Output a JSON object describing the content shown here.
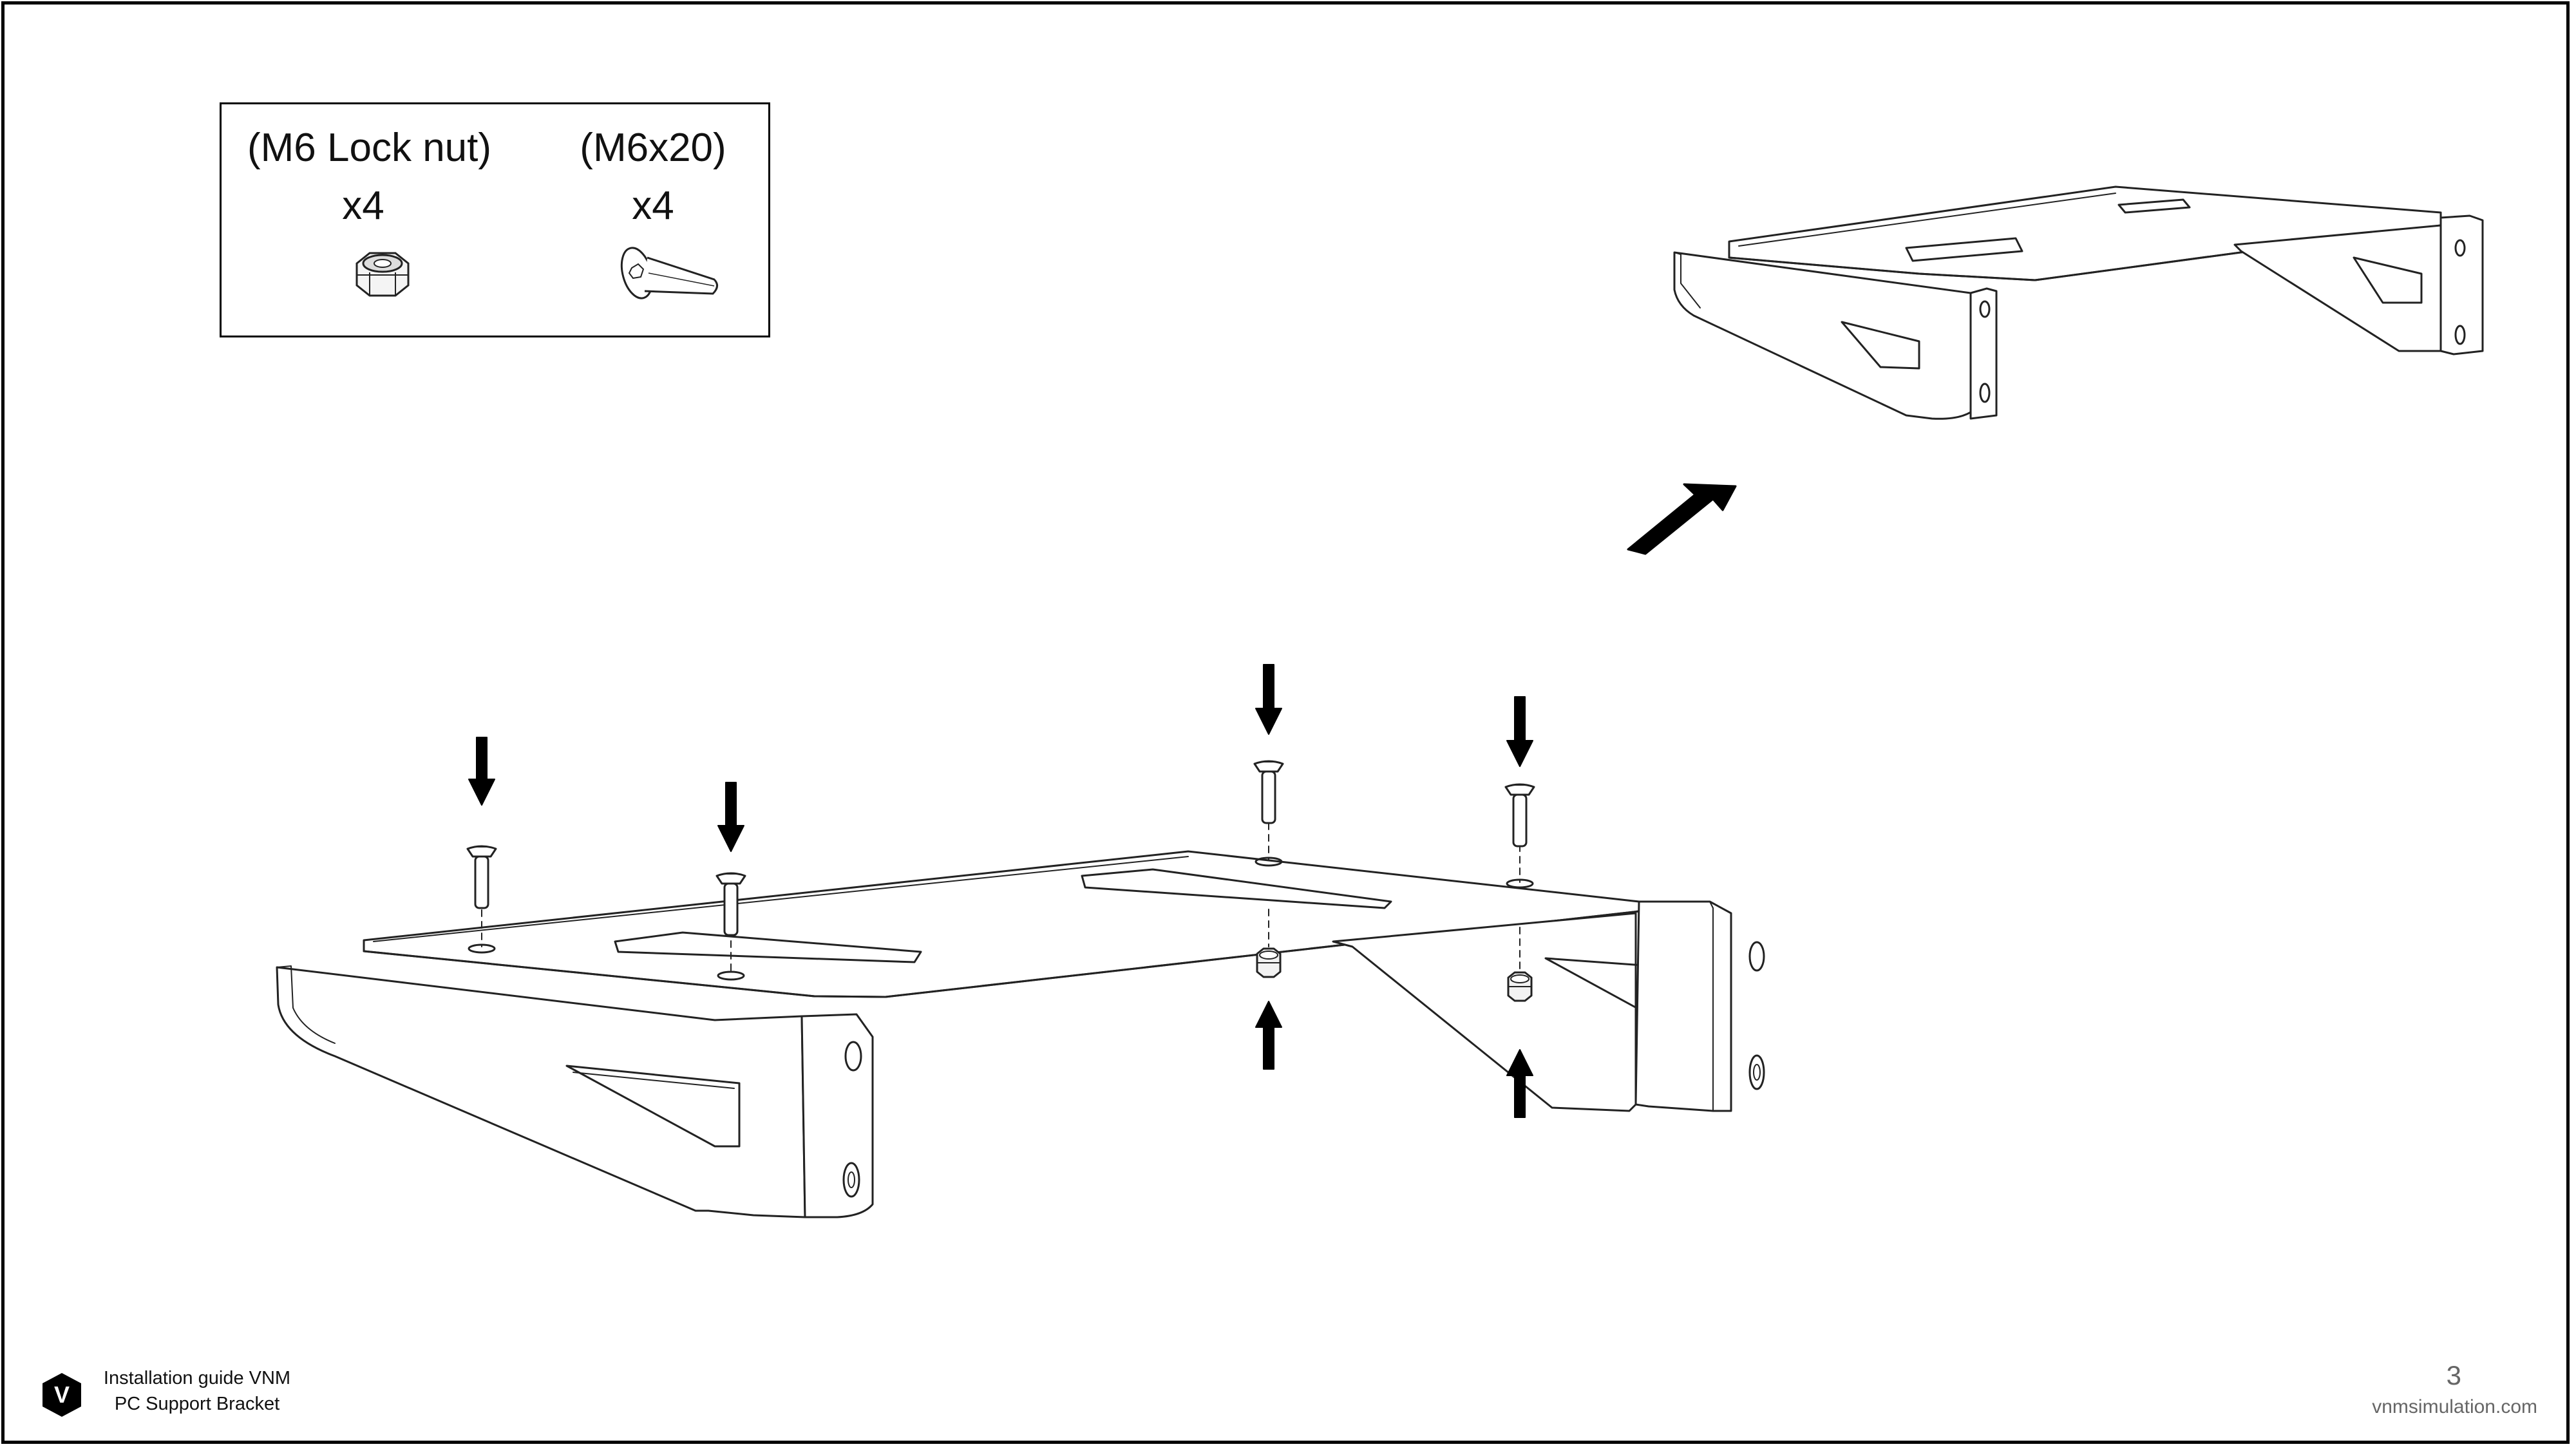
{
  "parts": [
    {
      "name": "(M6 Lock nut)",
      "qty": "x4",
      "icon": "lock-nut-icon"
    },
    {
      "name": "(M6x20)",
      "qty": "x4",
      "icon": "bolt-icon"
    }
  ],
  "footer": {
    "title_line1": "Installation guide VNM",
    "title_line2": "PC Support Bracket",
    "logo_letter": "V",
    "page_number": "3",
    "website": "vnmsimulation.com"
  },
  "colors": {
    "ink": "#000000",
    "muted_text": "#666666"
  }
}
